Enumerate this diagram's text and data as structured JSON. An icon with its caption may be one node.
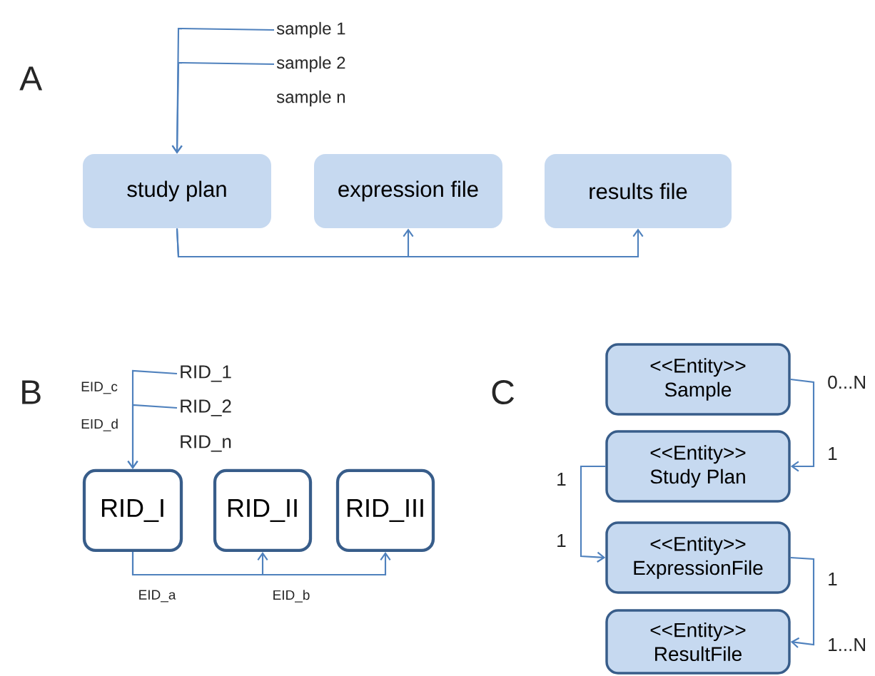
{
  "diagram": {
    "nodes": [
      {
        "text": [
          "sample 1"
        ]
      },
      {
        "text": [
          "sample 2"
        ]
      },
      {
        "text": [
          "study plan"
        ]
      },
      {
        "text": [
          "expression file"
        ]
      },
      {
        "text": [
          "results file"
        ]
      },
      {
        "text": [
          "RID_1"
        ]
      },
      {
        "text": [
          "RID_2"
        ]
      },
      {
        "text": [
          "RID_I"
        ]
      },
      {
        "text": [
          "RID_II"
        ]
      },
      {
        "text": [
          "RID_III"
        ]
      },
      {
        "text": [
          "<<Entity>>",
          "Sample"
        ]
      },
      {
        "text": [
          "<<Entity>>",
          "Study Plan"
        ]
      },
      {
        "text": [
          "<<Entity>>",
          "ExpressionFile"
        ]
      },
      {
        "text": [
          "<<Entity>>",
          "ResultFile"
        ]
      }
    ],
    "edges": [
      {
        "from": 0,
        "to": 2,
        "arrow": "to"
      },
      {
        "from": 1,
        "to": 2,
        "arrow": "to"
      },
      {
        "from": 2,
        "to": 3,
        "arrow": "to"
      },
      {
        "from": 2,
        "to": 4,
        "arrow": "to"
      },
      {
        "from": 5,
        "to": 7,
        "arrow": "to"
      },
      {
        "from": 6,
        "to": 7,
        "arrow": "to"
      },
      {
        "from": 7,
        "to": 8,
        "arrow": "to"
      },
      {
        "from": 7,
        "to": 9,
        "arrow": "to"
      },
      {
        "from": 10,
        "to": 11,
        "arrow": "to"
      },
      {
        "from": 11,
        "to": 12,
        "arrow": "to"
      },
      {
        "from": 12,
        "to": 13,
        "arrow": "to"
      }
    ],
    "labels": [
      "A",
      "sample n",
      "B",
      "EID_c",
      "RID_n",
      "EID_d",
      "EID_a",
      "EID_b",
      "C",
      "0...N",
      "1",
      "1",
      "1",
      "1",
      "1...N"
    ]
  }
}
